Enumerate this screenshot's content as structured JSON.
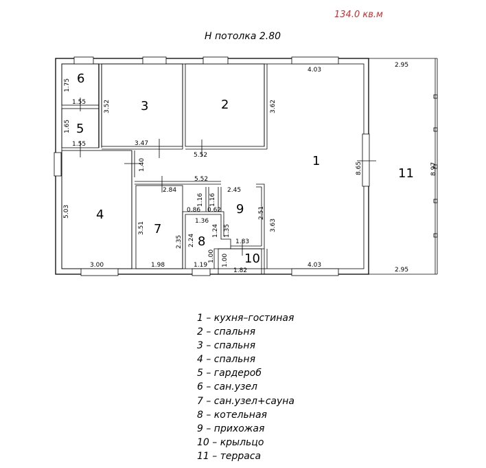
{
  "area": "134.0 кв.м",
  "ceiling": "H потолка 2.80",
  "rooms": [
    {
      "num": "1"
    },
    {
      "num": "2"
    },
    {
      "num": "3"
    },
    {
      "num": "4"
    },
    {
      "num": "5"
    },
    {
      "num": "6"
    },
    {
      "num": "7"
    },
    {
      "num": "8"
    },
    {
      "num": "9"
    },
    {
      "num": "10"
    },
    {
      "num": "11"
    }
  ],
  "dims": {
    "d6v": "1.75",
    "d6h": "1.55",
    "d5v": "1.65",
    "d5h": "1.55",
    "d3v": "3.52",
    "d3h": "3.47",
    "d2v": "3.62",
    "d2h": "5.52",
    "d1top": "4.03",
    "d1bot": "4.03",
    "d1v": "8.65",
    "d4v": "5.03",
    "d4h": "3.00",
    "dcorr": "1.40",
    "d7h": "2.84",
    "d7v": "3.51",
    "d7b": "1.98",
    "dhall": "5.52",
    "d245": "2.45",
    "d086": "0.86",
    "d116a": "1.16",
    "d116b": "1.16",
    "d062": "0.62",
    "d9v": "2.51",
    "d363": "3.63",
    "d183": "1.83",
    "d8h": "1.36",
    "d8v1": "1.24",
    "d8v2": "1.35",
    "d8v3": "2.35",
    "d8v4": "2.24",
    "d8v5": "1.00",
    "d8b": "1.19",
    "d10v": "1.00",
    "d10b": "1.82",
    "d11top": "2.95",
    "d11bot": "2.95",
    "d11v": "8.97"
  },
  "legend": [
    "1 – кухня–гостиная",
    "2 – спальня",
    "3 – спальня",
    "4 – спальня",
    "5 – гардероб",
    "6 – сан.узел",
    "7 – сан.узел+сауна",
    "8 – котельная",
    "9 – прихожая",
    "10 – крыльцо",
    "11 – терраса"
  ],
  "colors": {
    "area": "#d42a2a",
    "line": "#000000"
  }
}
